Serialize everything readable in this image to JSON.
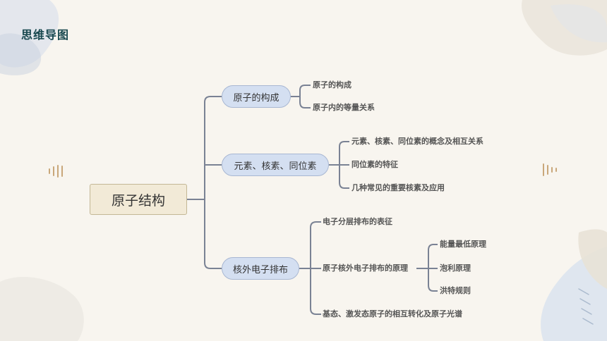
{
  "title": "思维导图",
  "root": "原子结构",
  "branches": [
    {
      "label": "原子的构成",
      "children": [
        "原子的构成",
        "原子内的等量关系"
      ]
    },
    {
      "label": "元素、核素、同位素",
      "children": [
        "元素、核素、同位素的概念及相互关系",
        "同位素的特征",
        "几种常见的重要核素及应用"
      ]
    },
    {
      "label": "核外电子排布",
      "children": [
        {
          "label": "电子分层排布的表征"
        },
        {
          "label": "原子核外电子排布的原理",
          "children": [
            "能量最低原理",
            "泡利原理",
            "洪特规则"
          ]
        },
        {
          "label": "基态、激发态原子的相互转化及原子光谱"
        }
      ]
    }
  ],
  "colors": {
    "title": "#18484f",
    "branch_fill": "#d4dff1",
    "root_fill": "#f2ead7",
    "line": "#7a8294"
  }
}
